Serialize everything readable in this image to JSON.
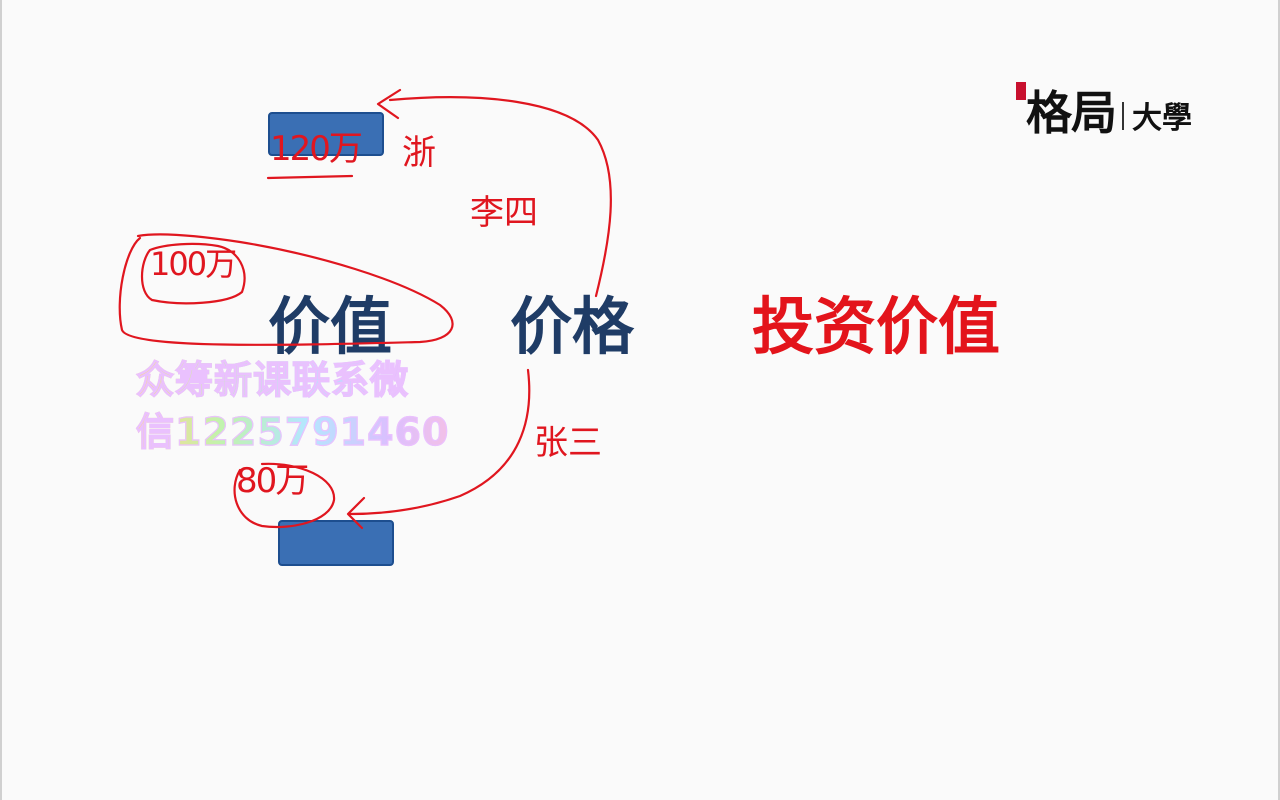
{
  "logo": {
    "main": "格局",
    "sub": "大學"
  },
  "slide": {
    "word_value": "价值",
    "word_price": "价格",
    "word_investment_value": "投资价值"
  },
  "watermark": {
    "line1": "众筹新课联系微",
    "line2": "信1225791460"
  },
  "annotations": {
    "top_price": "120万",
    "name_1": "浙",
    "name_2": "李四",
    "base_price": "100万",
    "name_3": "张三",
    "low_price": "80万"
  },
  "colors": {
    "value_text": "#1f3c66",
    "investment_value_text": "#e3141b",
    "box_fill": "#3a6fb4",
    "ink": "#e0161f"
  }
}
